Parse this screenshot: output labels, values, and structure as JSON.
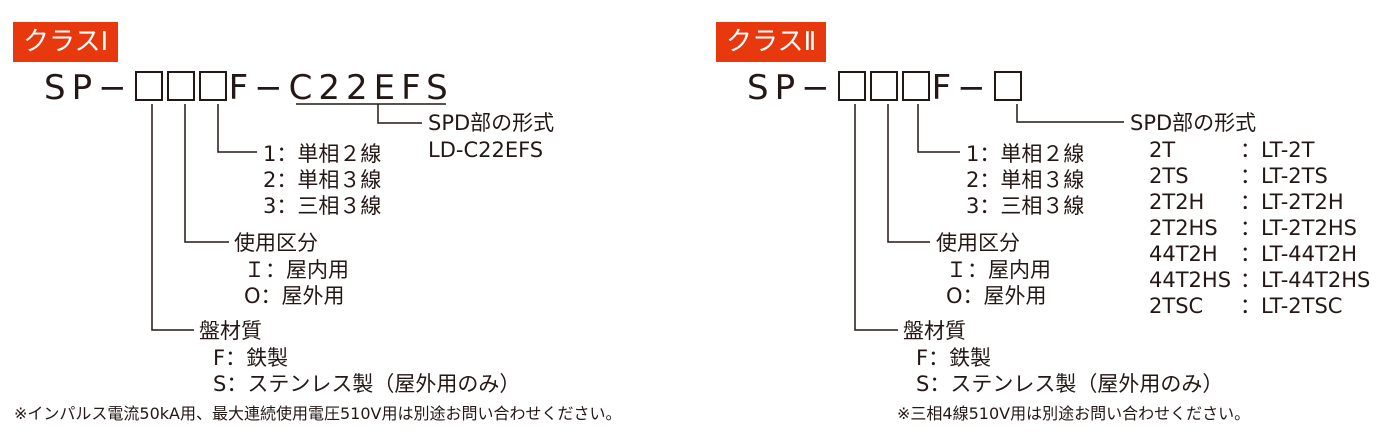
{
  "left": {
    "badge": "クラスⅠ",
    "code_prefix": "SP−",
    "code_mid": "F−",
    "code_suffix": "C22EFS",
    "spd_title": "SPD部の形式",
    "spd_value": "LD-C22EFS",
    "wiring": [
      "1：単相２線",
      "2：単相３線",
      "3：三相３線"
    ],
    "usage_title": "使用区分",
    "usage": [
      "Ｉ：屋内用",
      "O：屋外用"
    ],
    "material_title": "盤材質",
    "material": [
      "F：鉄製",
      "S：ステンレス製（屋外用のみ）"
    ],
    "note": "※インパルス電流50kA用、最大連続使用電圧510V用は別途お問い合わせください。"
  },
  "right": {
    "badge": "クラスⅡ",
    "code_prefix": "SP−",
    "code_mid": "F−",
    "spd_title": "SPD部の形式",
    "spd_table": [
      {
        "code": "2T",
        "value": "：LT-2T"
      },
      {
        "code": "2TS",
        "value": "：LT-2TS"
      },
      {
        "code": "2T2H",
        "value": "：LT-2T2H"
      },
      {
        "code": "2T2HS",
        "value": "：LT-2T2HS"
      },
      {
        "code": "44T2H",
        "value": "：LT-44T2H"
      },
      {
        "code": "44T2HS",
        "value": "：LT-44T2HS"
      },
      {
        "code": "2TSC",
        "value": "：LT-2TSC"
      }
    ],
    "wiring": [
      "1：単相２線",
      "2：単相３線",
      "3：三相３線"
    ],
    "usage_title": "使用区分",
    "usage": [
      "Ｉ：屋内用",
      "O：屋外用"
    ],
    "material_title": "盤材質",
    "material": [
      "F：鉄製",
      "S：ステンレス製（屋外用のみ）"
    ],
    "note": "※三相4線510V用は別途お問い合わせください。"
  }
}
